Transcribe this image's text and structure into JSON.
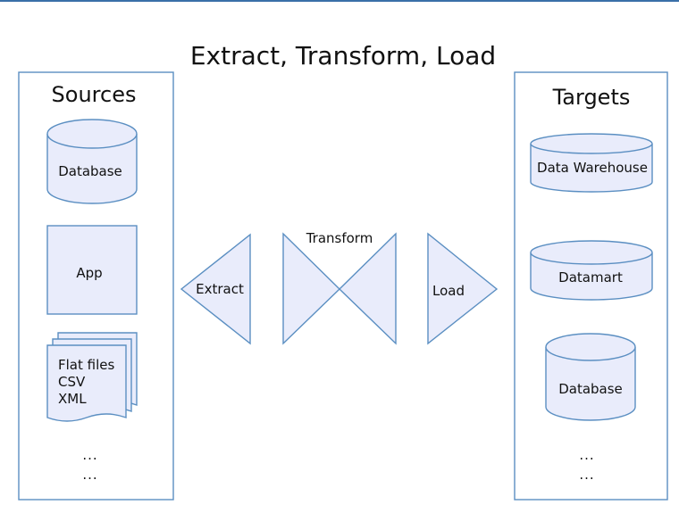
{
  "title": "Extract, Transform, Load",
  "sources": {
    "heading": "Sources",
    "database": "Database",
    "app": "App",
    "files": [
      "Flat files",
      "CSV",
      "XML"
    ],
    "more_small": "...",
    "more": "..."
  },
  "process": {
    "extract": "Extract",
    "transform": "Transform",
    "load": "Load"
  },
  "targets": {
    "heading": "Targets",
    "data_warehouse": "Data Warehouse",
    "datamart": "Datamart",
    "database": "Database",
    "more_small": "...",
    "more": "..."
  },
  "colors": {
    "shape_fill": "#e9ecfb",
    "stroke": "#5b8fc2",
    "top_rule": "#3a6fa8"
  }
}
